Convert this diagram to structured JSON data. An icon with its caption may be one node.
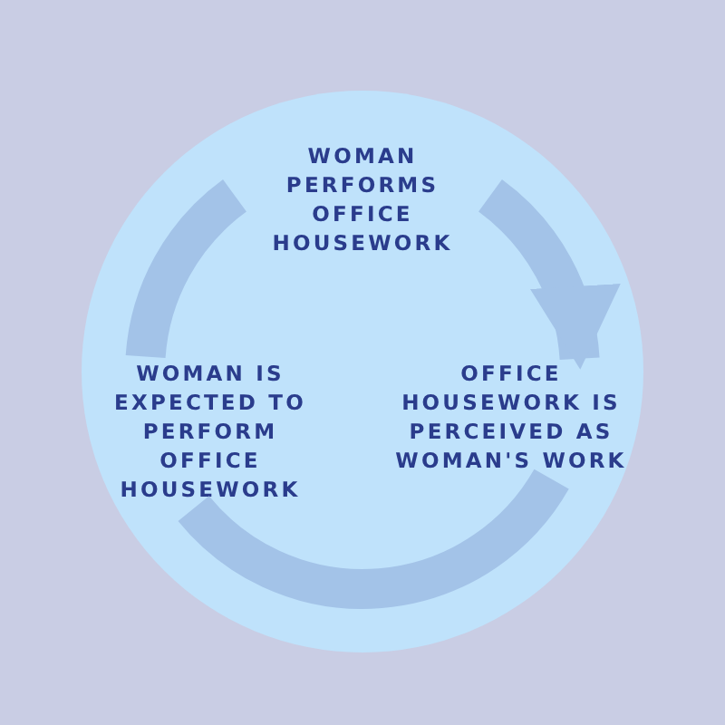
{
  "diagram": {
    "nodes": [
      {
        "text": [],
        "shape": "circle"
      },
      {
        "text": [
          "WOMAN PERFORMS OFFICE HOUSEWORK"
        ],
        "in": 0
      },
      {
        "text": [
          "OFFICE HOUSEWORK IS PERCEIVED AS WOMAN'S WORK"
        ],
        "in": 0
      },
      {
        "text": [
          "WOMAN IS EXPECTED TO PERFORM OFFICE HOUSEWORK"
        ],
        "in": 0
      }
    ],
    "edges": [
      {
        "from": 1,
        "to": 2,
        "arrow": "to"
      },
      {
        "from": 2,
        "to": 3,
        "arrow": "none"
      },
      {
        "from": 3,
        "to": 1,
        "arrow": "none"
      }
    ]
  }
}
